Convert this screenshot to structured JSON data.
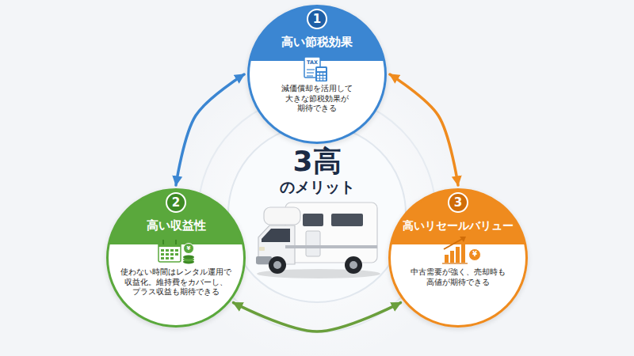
{
  "diagram": {
    "nodes": [
      {
        "text": [
          "1",
          "高い節税効果",
          "減価償却を活用して 大きな節税効果が 期待できる"
        ]
      },
      {
        "text": [
          "2",
          "高い収益性",
          "使わない時間はレンタル運用で 収益化。維持費をカバーし、 プラス収益も期待できる"
        ]
      },
      {
        "text": [
          "3",
          "高いリセールバリュー",
          "中古需要が強く、売却時も 高値が期待できる"
        ]
      }
    ],
    "edges": [
      {
        "from": 0,
        "to": 1,
        "arrow": "both"
      },
      {
        "from": 0,
        "to": 2,
        "arrow": "both"
      },
      {
        "from": 1,
        "to": 2,
        "arrow": "both"
      }
    ],
    "labels": [
      "3高",
      "のメリット",
      "TAX",
      "¥",
      "¥"
    ]
  }
}
